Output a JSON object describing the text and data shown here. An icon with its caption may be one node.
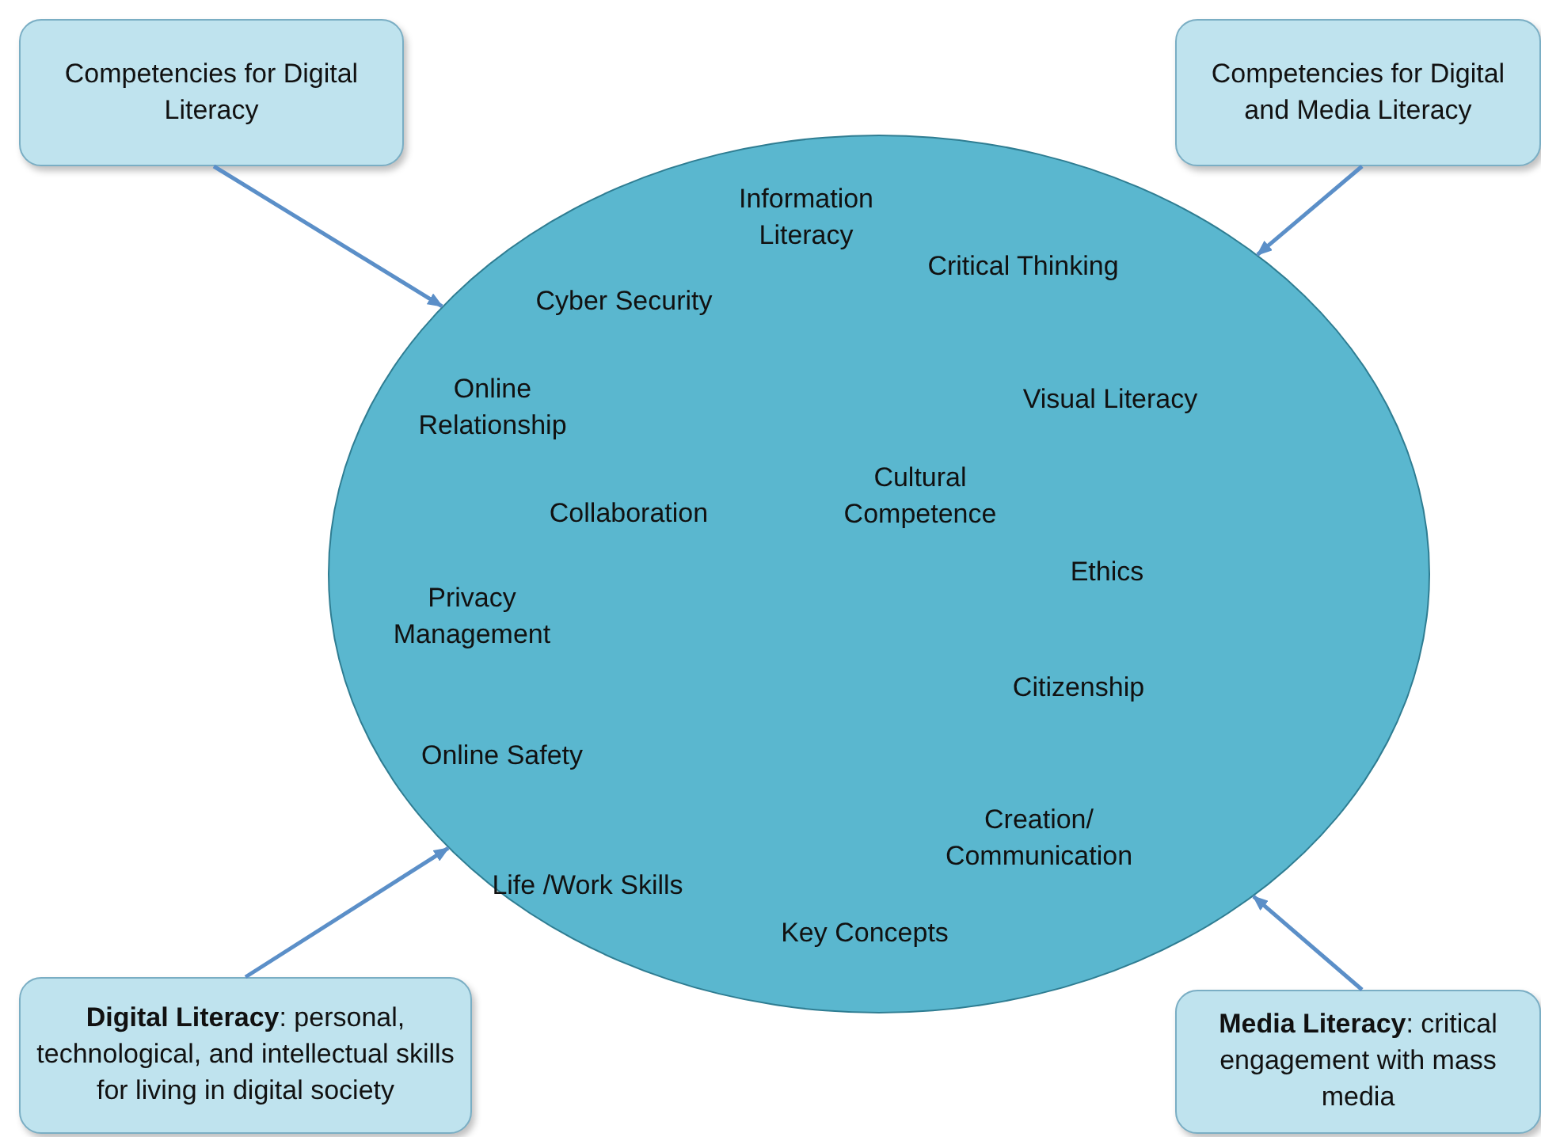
{
  "diagram": {
    "nodes": [
      {
        "text": [
          "Competencies for  Digital Literacy"
        ]
      },
      {
        "text": [
          "Competencies for Digital and Media Literacy"
        ]
      },
      {
        "text": [
          "Information Literacy",
          "Critical Thinking",
          "Cyber Security",
          "Online Relationship",
          "Visual Literacy",
          "Collaboration",
          "Cultural Competence",
          "Ethics",
          "Privacy Management",
          "Citizenship",
          "Online Safety",
          "Creation/ Communication",
          "Life /Work Skills",
          "Key Concepts"
        ]
      },
      {
        "text": [
          "**Digital Literacy**: personal, technological, and intellectual skills for living in digital society"
        ]
      },
      {
        "text": [
          "**Media Literacy**: critical engagement with mass media"
        ]
      }
    ],
    "edges": [
      {
        "from": 0,
        "to": 2,
        "arrow": "to"
      },
      {
        "from": 1,
        "to": 2,
        "arrow": "to"
      },
      {
        "from": 3,
        "to": 2,
        "arrow": "to"
      },
      {
        "from": 4,
        "to": 2,
        "arrow": "to"
      }
    ]
  }
}
